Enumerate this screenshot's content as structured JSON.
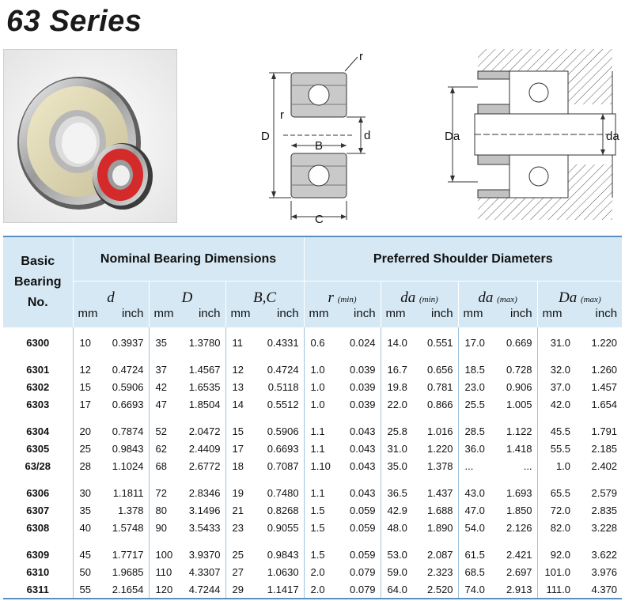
{
  "title": "63 Series",
  "diagram_labels": {
    "r": "r",
    "D": "D",
    "d": "d",
    "B": "B",
    "C": "C",
    "Da": "Da",
    "da": "da"
  },
  "table": {
    "header_basic": [
      "Basic",
      "Bearing",
      "No."
    ],
    "header_group1": "Nominal Bearing Dimensions",
    "header_group2": "Preferred Shoulder Diameters",
    "symbols": [
      {
        "main": "d",
        "sub": ""
      },
      {
        "main": "D",
        "sub": ""
      },
      {
        "main": "B,C",
        "sub": ""
      },
      {
        "main": "r",
        "sub": "(min)"
      },
      {
        "main": "da",
        "sub": "(min)"
      },
      {
        "main": "da",
        "sub": "(max)"
      },
      {
        "main": "Da",
        "sub": "(max)"
      }
    ],
    "unit_mm": "mm",
    "unit_inch": "inch",
    "rows": [
      {
        "no": "6300",
        "v": [
          "10",
          "0.3937",
          "35",
          "1.3780",
          "11",
          "0.4331",
          "0.6",
          "0.024",
          "14.0",
          "0.551",
          "17.0",
          "0.669",
          "31.0",
          "1.220"
        ]
      },
      {
        "no": "6301",
        "v": [
          "12",
          "0.4724",
          "37",
          "1.4567",
          "12",
          "0.4724",
          "1.0",
          "0.039",
          "16.7",
          "0.656",
          "18.5",
          "0.728",
          "32.0",
          "1.260"
        ]
      },
      {
        "no": "6302",
        "v": [
          "15",
          "0.5906",
          "42",
          "1.6535",
          "13",
          "0.5118",
          "1.0",
          "0.039",
          "19.8",
          "0.781",
          "23.0",
          "0.906",
          "37.0",
          "1.457"
        ]
      },
      {
        "no": "6303",
        "v": [
          "17",
          "0.6693",
          "47",
          "1.8504",
          "14",
          "0.5512",
          "1.0",
          "0.039",
          "22.0",
          "0.866",
          "25.5",
          "1.005",
          "42.0",
          "1.654"
        ]
      },
      {
        "no": "6304",
        "v": [
          "20",
          "0.7874",
          "52",
          "2.0472",
          "15",
          "0.5906",
          "1.1",
          "0.043",
          "25.8",
          "1.016",
          "28.5",
          "1.122",
          "45.5",
          "1.791"
        ]
      },
      {
        "no": "6305",
        "v": [
          "25",
          "0.9843",
          "62",
          "2.4409",
          "17",
          "0.6693",
          "1.1",
          "0.043",
          "31.0",
          "1.220",
          "36.0",
          "1.418",
          "55.5",
          "2.185"
        ]
      },
      {
        "no": "63/28",
        "v": [
          "28",
          "1.1024",
          "68",
          "2.6772",
          "18",
          "0.7087",
          "1.10",
          "0.043",
          "35.0",
          "1.378",
          "...",
          "...",
          "1.0",
          "2.402"
        ]
      },
      {
        "no": "6306",
        "v": [
          "30",
          "1.1811",
          "72",
          "2.8346",
          "19",
          "0.7480",
          "1.1",
          "0.043",
          "36.5",
          "1.437",
          "43.0",
          "1.693",
          "65.5",
          "2.579"
        ]
      },
      {
        "no": "6307",
        "v": [
          "35",
          "1.378",
          "80",
          "3.1496",
          "21",
          "0.8268",
          "1.5",
          "0.059",
          "42.9",
          "1.688",
          "47.0",
          "1.850",
          "72.0",
          "2.835"
        ]
      },
      {
        "no": "6308",
        "v": [
          "40",
          "1.5748",
          "90",
          "3.5433",
          "23",
          "0.9055",
          "1.5",
          "0.059",
          "48.0",
          "1.890",
          "54.0",
          "2.126",
          "82.0",
          "3.228"
        ]
      },
      {
        "no": "6309",
        "v": [
          "45",
          "1.7717",
          "100",
          "3.9370",
          "25",
          "0.9843",
          "1.5",
          "0.059",
          "53.0",
          "2.087",
          "61.5",
          "2.421",
          "92.0",
          "3.622"
        ]
      },
      {
        "no": "6310",
        "v": [
          "50",
          "1.9685",
          "110",
          "4.3307",
          "27",
          "1.0630",
          "2.0",
          "0.079",
          "59.0",
          "2.323",
          "68.5",
          "2.697",
          "101.0",
          "3.976"
        ]
      },
      {
        "no": "6311",
        "v": [
          "55",
          "2.1654",
          "120",
          "4.7244",
          "29",
          "1.1417",
          "2.0",
          "0.079",
          "64.0",
          "2.520",
          "74.0",
          "2.913",
          "111.0",
          "4.370"
        ]
      }
    ]
  },
  "colors": {
    "header_bg": "#d5e8f4",
    "seal_red": "#d42a2a",
    "table_rule": "#5b8fbf"
  }
}
